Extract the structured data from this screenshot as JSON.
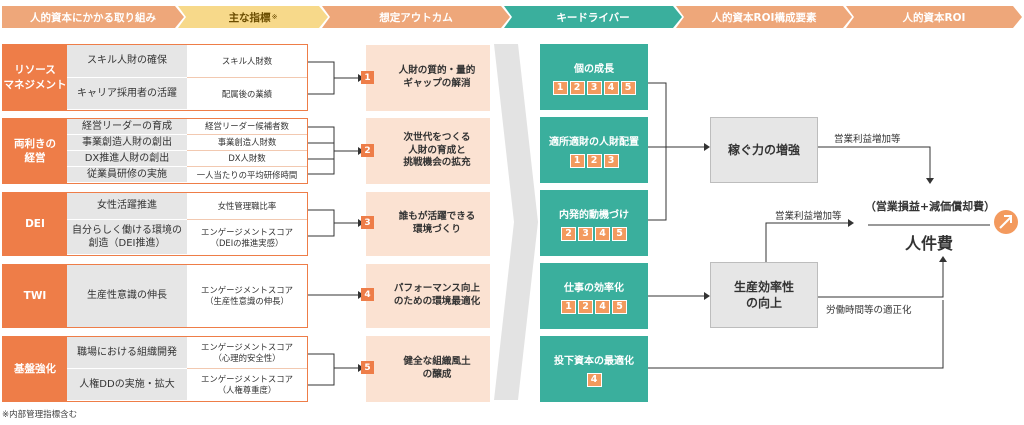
{
  "header": {
    "steps": [
      {
        "label": "人的資本にかかる取り組み"
      },
      {
        "label": "主な指標",
        "mark": "※"
      },
      {
        "label": "想定アウトカム"
      },
      {
        "label": "キードライバー"
      },
      {
        "label": "人的資本ROI構成要素"
      },
      {
        "label": "人的資本ROI"
      }
    ]
  },
  "groups": [
    {
      "category": "リソース\nマネジメント",
      "rows": [
        {
          "initiative": "スキル人財の確保",
          "indicator": "スキル人財数"
        },
        {
          "initiative": "キャリア採用者の活躍",
          "indicator": "配属後の業績"
        }
      ],
      "outcome": {
        "num": "1",
        "text": "人財の質的・量的\nギャップの解消"
      }
    },
    {
      "category": "両利きの\n経営",
      "rows": [
        {
          "initiative": "経営リーダーの育成",
          "indicator": "経営リーダー候補者数"
        },
        {
          "initiative": "事業創造人財の創出",
          "indicator": "事業創造人財数"
        },
        {
          "initiative": "DX推進人財の創出",
          "indicator": "DX人財数"
        },
        {
          "initiative": "従業員研修の実施",
          "indicator": "一人当たりの平均研修時間"
        }
      ],
      "outcome": {
        "num": "2",
        "text": "次世代をつくる\n人財の育成と\n挑戦機会の拡充"
      }
    },
    {
      "category": "DEI",
      "rows": [
        {
          "initiative": "女性活躍推進",
          "indicator": "女性管理職比率"
        },
        {
          "initiative": "自分らしく働ける環境の\n創造（DEI推進）",
          "indicator": "エンゲージメントスコア\n（DEIの推進実感）"
        }
      ],
      "outcome": {
        "num": "3",
        "text": "誰もが活躍できる\n環境づくり"
      }
    },
    {
      "category": "TWI",
      "rows": [
        {
          "initiative": "生産性意識の伸長",
          "indicator": "エンゲージメントスコア\n（生産性意識の伸長）"
        }
      ],
      "outcome": {
        "num": "4",
        "text": "パフォーマンス向上\nのための環境最適化"
      }
    },
    {
      "category": "基盤強化",
      "rows": [
        {
          "initiative": "職場における組織開発",
          "indicator": "エンゲージメントスコア\n（心理的安全性）"
        },
        {
          "initiative": "人権DDの実施・拡大",
          "indicator": "エンゲージメントスコア\n（人権尊重度）"
        }
      ],
      "outcome": {
        "num": "5",
        "text": "健全な組織風土\nの醸成"
      }
    }
  ],
  "drivers": [
    {
      "label": "個の成長",
      "nums": [
        "1",
        "2",
        "3",
        "4",
        "5"
      ]
    },
    {
      "label": "適所適財の人財配置",
      "nums": [
        "1",
        "2",
        "3"
      ]
    },
    {
      "label": "内発的動機づけ",
      "nums": [
        "2",
        "3",
        "4",
        "5"
      ]
    },
    {
      "label": "仕事の効率化",
      "nums": [
        "1",
        "2",
        "4",
        "5"
      ]
    },
    {
      "label": "投下資本の最適化",
      "nums": [
        "4"
      ]
    }
  ],
  "roi_elements": {
    "earning": "稼ぐ力の増強",
    "productivity": "生産効率性\nの向上"
  },
  "roi": {
    "numerator": "（営業損益+減価償却費）",
    "denominator": "人件費"
  },
  "arrow_labels": {
    "profit_top": "営業利益増加等",
    "profit_mid": "営業利益増加等",
    "labor": "労働時間等の適正化"
  },
  "footnote": "※内部管理指標含む",
  "colors": {
    "orange": "#ee7d48",
    "light_orange": "#fbe2d2",
    "teal": "#3aaf9d",
    "yellow": "#f7d98a",
    "gray": "#e6e6e6"
  }
}
